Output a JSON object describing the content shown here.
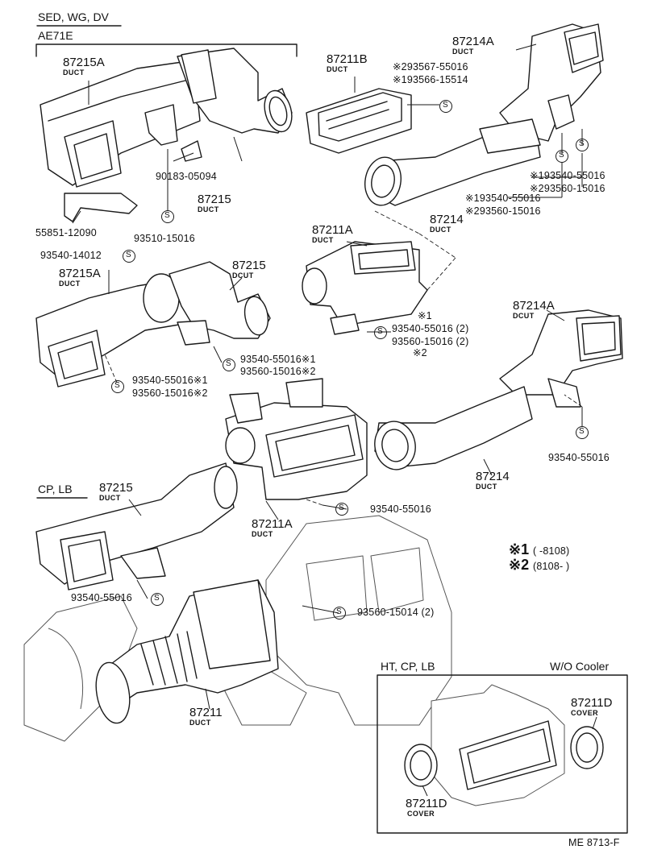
{
  "headers": {
    "sed_wg_dv": "SED, WG, DV",
    "ae71e": "AE71E",
    "cp_lb": "CP, LB",
    "ht_cp_lb": "HT, CP, LB",
    "wo_cooler": "W/O Cooler"
  },
  "parts": {
    "p87215A_top": {
      "num": "87215A",
      "name": "DUCT"
    },
    "p87215_top": {
      "num": "87215",
      "name": "DUCT"
    },
    "p87211B": {
      "num": "87211B",
      "name": "DUCT"
    },
    "p87214A_top": {
      "num": "87214A",
      "name": "DUCT"
    },
    "p87214_top": {
      "num": "87214",
      "name": "DUCT"
    },
    "p87211A_mid": {
      "num": "87211A",
      "name": "DUCT"
    },
    "p87215A_mid": {
      "num": "87215A",
      "name": "DUCT"
    },
    "p87215_mid": {
      "num": "87215",
      "name": "DCUT"
    },
    "p87214A_mid": {
      "num": "87214A",
      "name": "DCUT"
    },
    "p87214_mid": {
      "num": "87214",
      "name": "DUCT"
    },
    "p87215_cp": {
      "num": "87215",
      "name": "DUCT"
    },
    "p87211A_low": {
      "num": "87211A",
      "name": "DUCT"
    },
    "p87211": {
      "num": "87211",
      "name": "DUCT"
    },
    "p87211D_right": {
      "num": "87211D",
      "name": "COVER"
    },
    "p87211D_left": {
      "num": "87211D",
      "name": "COVER"
    }
  },
  "refs": {
    "r90183": "90183-05094",
    "r55851": "55851-12090",
    "r93510": "93510-15016",
    "r93540_14012": "93540-14012",
    "r293567": "※293567-55016",
    "r193566": "※193566-15514",
    "r193540_a": "※193540-55016",
    "r293560_a": "※293560-15016",
    "r193540_b": "※193540-55016",
    "r293560_b": "※293560-15016",
    "rmark1_small": "※1",
    "r93540_2": "93540-55016 (2)",
    "r93560_2": "93560-15016 (2)",
    "rmark2_small": "※2",
    "r93540_s1": "93540-55016※1",
    "r93560_s2": "93560-15016※2",
    "r93540_s1b": "93540-55016※1",
    "r93560_s2b": "93560-15016※2",
    "r93540_right": "93540-55016",
    "r93540_low": "93540-55016",
    "r93540_cp": "93540-55016",
    "r93560_14": "93560-15014 (2)"
  },
  "legend": {
    "mark1": "※1",
    "range1": "(        -8108)",
    "mark2": "※2",
    "range2": "(8108-        )"
  },
  "footer_code": "ME 8713-F",
  "screw_symbol": "S"
}
